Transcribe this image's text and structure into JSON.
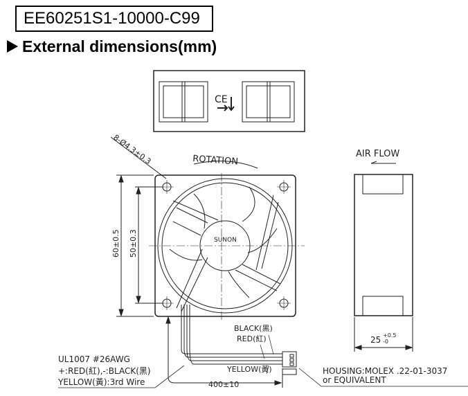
{
  "model": "EE60251S1-10000-C99",
  "section_title": "External dimensions(mm)",
  "drawing": {
    "hole_spec": "8-Ø4.3±0.3",
    "rotation_label": "ROTATION",
    "airflow_label": "AIR FLOW",
    "brand": "SUNON",
    "dim_outer": "60±0.5",
    "dim_holes": "50±0.3",
    "dim_depth": "25",
    "dim_depth_tol_upper": "+0.5",
    "dim_depth_tol_lower": "-0",
    "wire_length": "400±10",
    "wire_black": "BLACK(黑)",
    "wire_red": "RED(紅)",
    "wire_yellow": "YELLOW(黃)",
    "wire_spec_1": "UL1007  #26AWG",
    "wire_spec_2": "+:RED(紅),-:BLACK(黑)",
    "wire_spec_3": "YELLOW(黃):3rd  Wire",
    "housing_1": "HOUSING:MOLEX .22-01-3037",
    "housing_2": "or  EQUIVALENT",
    "ce_mark": "CE"
  }
}
